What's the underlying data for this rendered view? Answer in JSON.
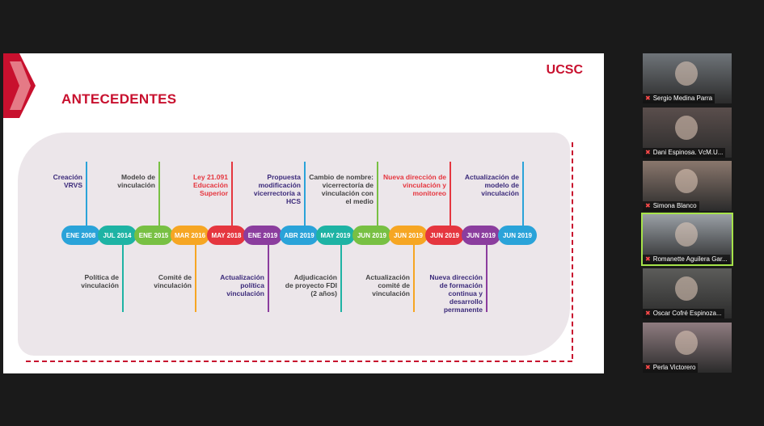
{
  "slide": {
    "title": "ANTECEDENTES",
    "brand": "UCSC",
    "timeline": [
      {
        "date": "ENE 2008",
        "color": "#2aa3d9",
        "label": "Creación\nVRVS",
        "pos": "top"
      },
      {
        "date": "JUL 2014",
        "color": "#1eb3a4",
        "label": "Política de\nvinculación",
        "pos": "bottom"
      },
      {
        "date": "ENE 2015",
        "color": "#78c043",
        "label": "Modelo de\nvinculación",
        "pos": "top"
      },
      {
        "date": "MAR 2016",
        "color": "#f6a623",
        "label": "Comité de\nvinculación",
        "pos": "bottom"
      },
      {
        "date": "MAY 2018",
        "color": "#e5363f",
        "label": "Ley 21.091\nEducación\nSuperior",
        "pos": "top"
      },
      {
        "date": "ENE 2019",
        "color": "#8b3d9e",
        "label": "Actualización\npolítica\nvinculación",
        "pos": "bottom"
      },
      {
        "date": "ABR 2019",
        "color": "#2aa3d9",
        "label": "Propuesta\nmodificación\nvicerrectoría a\nHCS",
        "pos": "top"
      },
      {
        "date": "MAY 2019",
        "color": "#1eb3a4",
        "label": "Adjudicación\nde proyecto FDI\n(2 años)",
        "pos": "bottom"
      },
      {
        "date": "JUN 2019",
        "color": "#78c043",
        "label": "Cambio de nombre:\nvicerrectoría de\nvinculación con\nel medio",
        "pos": "top"
      },
      {
        "date": "JUN 2019",
        "color": "#f6a623",
        "label": "Actualización\ncomité de\nvinculación",
        "pos": "bottom"
      },
      {
        "date": "JUN 2019",
        "color": "#e5363f",
        "label": "Nueva dirección de\nvinculación y\nmonitoreo",
        "pos": "top"
      },
      {
        "date": "JUN 2019",
        "color": "#8b3d9e",
        "label": "Nueva dirección\nde formación\ncontinua y\ndesarrollo\npermanente",
        "pos": "bottom"
      },
      {
        "date": "JUN 2019",
        "color": "#2aa3d9",
        "label": "Actualización de\nmodelo de\nvinculación",
        "pos": "top"
      }
    ]
  },
  "participants": [
    {
      "name": "Sergio Medina Parra",
      "bg": "#6f7479",
      "active": false
    },
    {
      "name": "Dani Espinosa. VcM.U...",
      "bg": "#5a4e4c",
      "active": false
    },
    {
      "name": "Simona Blanco",
      "bg": "#8a776d",
      "active": false
    },
    {
      "name": "Romanette Aguilera Gar...",
      "bg": "#9aa0a6",
      "active": true
    },
    {
      "name": "Oscar Cofré Espinoza...",
      "bg": "#5c5c5a",
      "active": false
    },
    {
      "name": "Perla Victorero",
      "bg": "#8f7c80",
      "active": false
    }
  ]
}
